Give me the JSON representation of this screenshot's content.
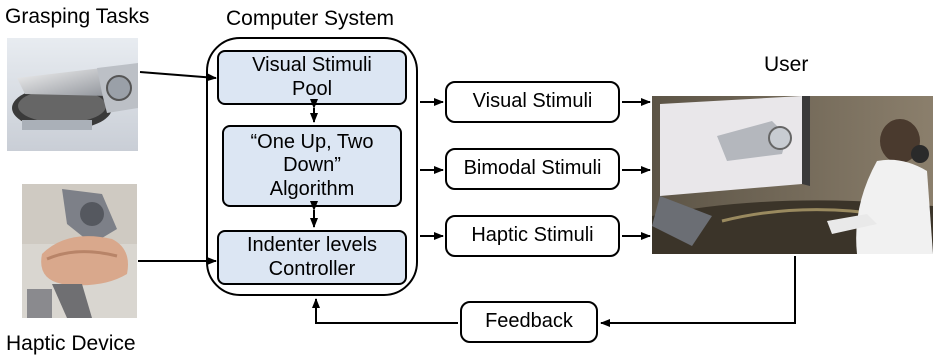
{
  "labels": {
    "grasping_tasks": "Grasping Tasks",
    "haptic_device": "Haptic Device",
    "computer_system": "Computer System",
    "user": "User"
  },
  "system_blocks": {
    "visual_pool": [
      "Visual Stimuli",
      "Pool"
    ],
    "algorithm": [
      "“One Up, Two",
      "Down”",
      "Algorithm"
    ],
    "indenter": [
      "Indenter levels",
      "Controller"
    ]
  },
  "outputs": {
    "visual": "Visual Stimuli",
    "bimodal": "Bimodal Stimuli",
    "haptic": "Haptic Stimuli"
  },
  "feedback": "Feedback",
  "colors": {
    "block_fill": "#dce6f3",
    "line": "#000000"
  }
}
